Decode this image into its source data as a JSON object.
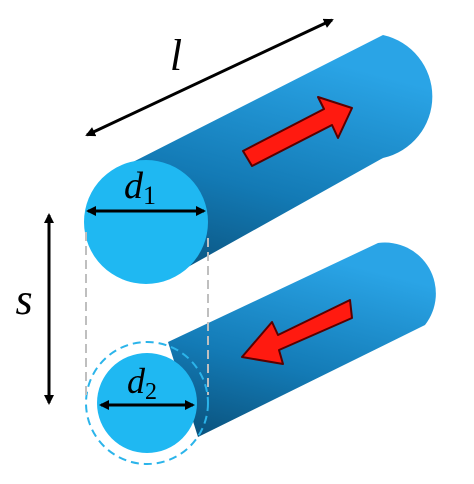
{
  "labels": {
    "length": "l",
    "separation": "s",
    "diameter_1_base": "d",
    "diameter_1_sub": "1",
    "diameter_2_base": "d",
    "diameter_2_sub": "2"
  },
  "colors": {
    "cylinder_body_dark": "#0b5a86",
    "cylinder_body_light": "#1b8fd0",
    "cylinder_face": "#1fb8f2",
    "arrow_fill": "#ff1a10",
    "arrow_stroke": "#5a0000",
    "dimension_line": "#000000",
    "guide_dash": "#bfbfbf",
    "outer_circle_dash": "#2bb4ea"
  },
  "current_directions": {
    "upper_cylinder": "into-page",
    "lower_cylinder": "out-of-page"
  }
}
